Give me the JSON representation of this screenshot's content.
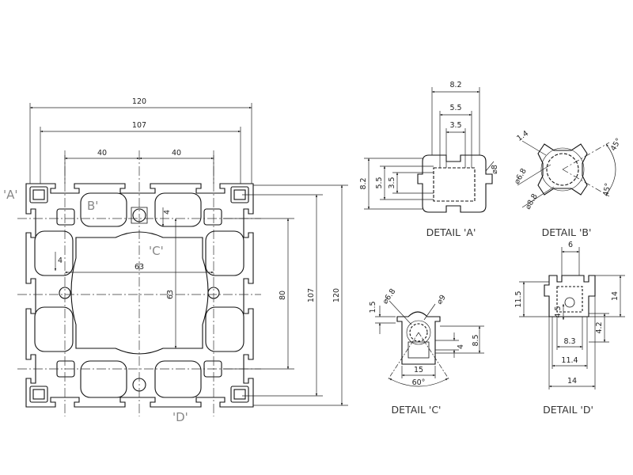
{
  "main_view": {
    "dims": {
      "w120": "120",
      "w107": "107",
      "w40a": "40",
      "w40b": "40",
      "h120": "120",
      "h107": "107",
      "h80": "80",
      "h63": "63",
      "w63": "63",
      "d4a": "4",
      "d4b": "4"
    },
    "callouts": {
      "a": "'A'",
      "b": "B'",
      "c": "'C'",
      "d": "'D'"
    }
  },
  "detail_a": {
    "label": "DETAIL 'A'",
    "dims": {
      "w82": "8.2",
      "w55": "5.5",
      "w35": "3.5",
      "h82": "8.2",
      "h55": "5.5",
      "h35": "3.5",
      "dia": "⌀8"
    }
  },
  "detail_b": {
    "label": "DETAIL 'B'",
    "dims": {
      "t14": "1.4",
      "d68": "⌀6.8",
      "d88": "⌀8.8",
      "a45a": "45°",
      "a45b": "45°"
    }
  },
  "detail_c": {
    "label": "DETAIL 'C'",
    "dims": {
      "t15": "1.5",
      "d68": "⌀6.8",
      "d9": "⌀9",
      "h4": "4",
      "h85": "8.5",
      "w15": "15",
      "a60": "60°"
    }
  },
  "detail_d": {
    "label": "DETAIL 'D'",
    "dims": {
      "w6": "6",
      "h115": "11.5",
      "h14": "14",
      "h42": "4.2",
      "h45": "4.5",
      "w83": "8.3",
      "w114": "11.4",
      "w14": "14"
    }
  }
}
